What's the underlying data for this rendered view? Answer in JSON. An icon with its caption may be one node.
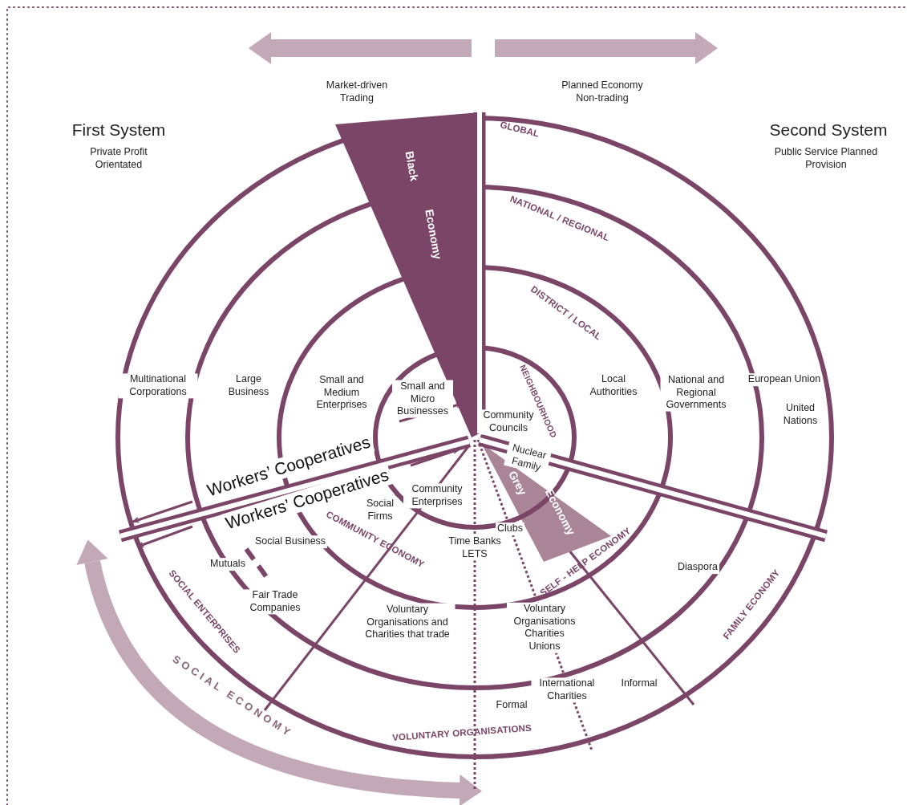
{
  "diagram": {
    "labels": [
      "Market-driven Trading",
      "Planned Economy Non-trading",
      "First System",
      "Private Profit Orientated",
      "Second System",
      "Public Service Planned Provision",
      "Black",
      "Economy",
      "GLOBAL",
      "NATIONAL / REGIONAL",
      "DISTRICT / LOCAL",
      "NEIGHBOURHOOD",
      "Multinational Corporations",
      "Large Business",
      "Small and Medium Enterprises",
      "Small and Micro Businesses",
      "Community Councils",
      "Local Authorities",
      "National and Regional Governments",
      "European Union",
      "United Nations",
      "Workers’ Cooperatives",
      "Nuclear Family",
      "Workers’ Cooperatives",
      "Grey",
      "Community Enterprises",
      "Social Firms",
      "Economy",
      "Clubs",
      "Social Business",
      "Time Banks LETS",
      "COMMUNITY ECONOMY",
      "SELF - HELP ECONOMY",
      "Mutuals",
      "Diaspora",
      "SOCIAL ENTERPRISES",
      "Fair Trade Companies",
      "Voluntary Organisations and Charities that trade",
      "Voluntary Organisations Charities Unions",
      "FAMILY ECONOMY",
      "International Charities",
      "Informal",
      "Formal",
      "VOLUNTARY ORGANISATIONS",
      "SOCIAL ECONOMY"
    ]
  }
}
